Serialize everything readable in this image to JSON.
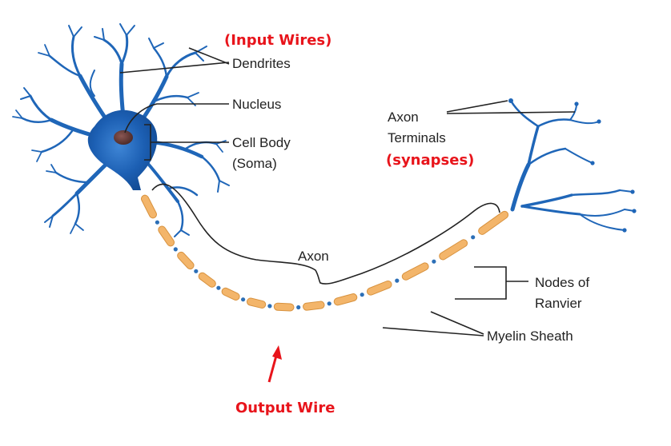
{
  "labels": {
    "input_wires": "(Input Wires)",
    "dendrites": "Dendrites",
    "nucleus": "Nucleus",
    "cell_body": "Cell Body",
    "soma": "(Soma)",
    "axon_terminals_1": "Axon",
    "axon_terminals_2": "Terminals",
    "synapses": "(synapses)",
    "axon": "Axon",
    "nodes_of_ranvier_1": "Nodes of",
    "nodes_of_ranvier_2": "Ranvier",
    "myelin_sheath": "Myelin Sheath",
    "output_wire": "Output Wire"
  },
  "colors": {
    "highlight_red": "#e8141b",
    "neuron_blue": "#1f66b8",
    "myelin_orange": "#f3b56a",
    "node_blue": "#2c6fb7",
    "nucleus_brown": "#6b3d3a"
  }
}
